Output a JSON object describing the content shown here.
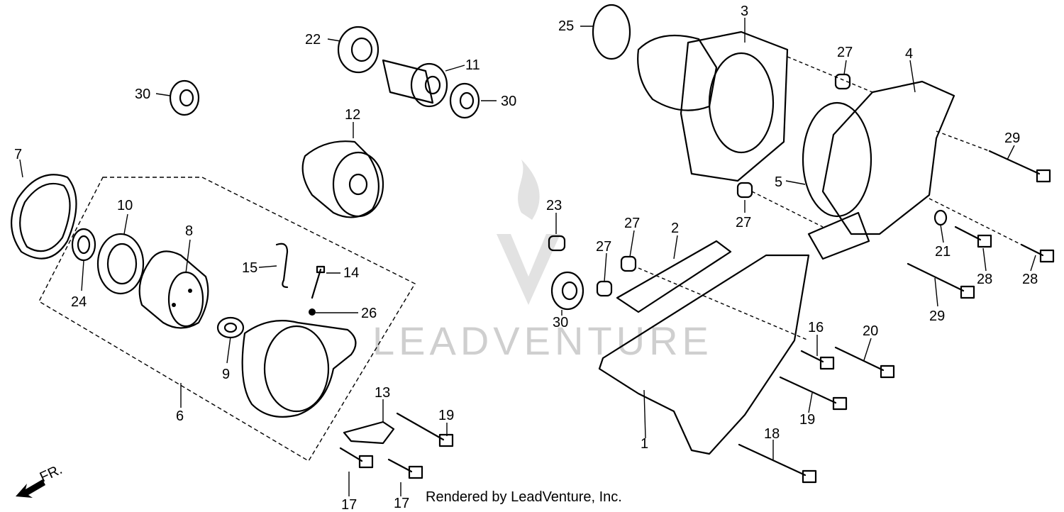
{
  "watermark": {
    "text": "LEADVENTURE"
  },
  "footer": {
    "text": "Rendered by LeadVenture, Inc."
  },
  "front_arrow": {
    "label": "FR."
  },
  "callouts": {
    "c1": "1",
    "c2": "2",
    "c3": "3",
    "c4": "4",
    "c5": "5",
    "c6": "6",
    "c7": "7",
    "c8": "8",
    "c9": "9",
    "c10": "10",
    "c11": "11",
    "c12": "12",
    "c13": "13",
    "c14": "14",
    "c15": "15",
    "c16": "16",
    "c17a": "17",
    "c17b": "17",
    "c18": "18",
    "c19a": "19",
    "c19b": "19",
    "c20": "20",
    "c21": "21",
    "c22": "22",
    "c23": "23",
    "c24": "24",
    "c25": "25",
    "c26": "26",
    "c27a": "27",
    "c27b": "27",
    "c27c": "27",
    "c27d": "27",
    "c28a": "28",
    "c28b": "28",
    "c29a": "29",
    "c29b": "29",
    "c30a": "30",
    "c30b": "30",
    "c30c": "30"
  }
}
